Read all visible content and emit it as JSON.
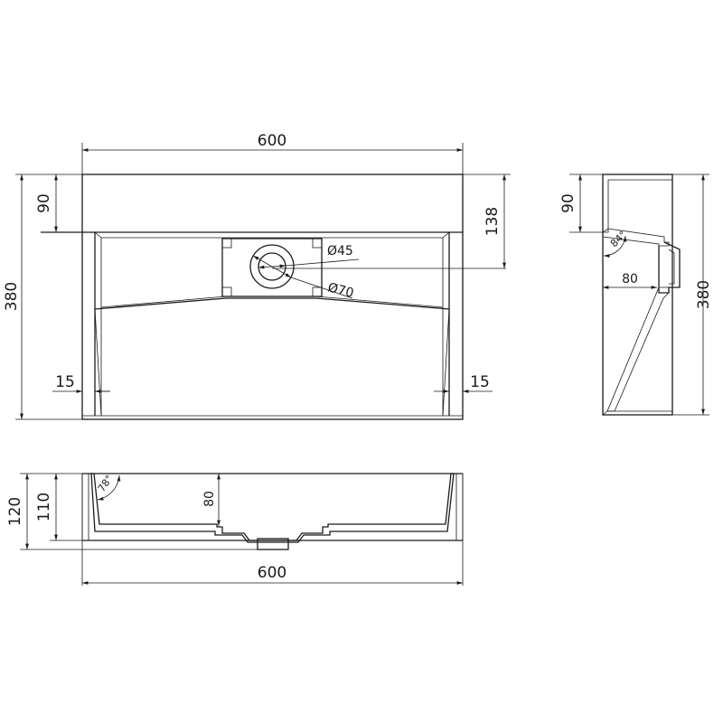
{
  "top_view": {
    "width_label": "600",
    "depth_label": "380",
    "rim_label": "90",
    "drain_offset_label": "138",
    "side_left_label": "15",
    "side_right_label": "15",
    "drain_inner_label": "Ø45",
    "drain_outer_label": "Ø70"
  },
  "side_view": {
    "rim_label": "90",
    "depth_label": "380",
    "overflow_label": "80",
    "angle_label": "84°"
  },
  "front_view": {
    "total_height_label": "120",
    "body_height_label": "110",
    "basin_depth_label": "80",
    "width_label": "600",
    "angle_label": "78°"
  },
  "colors": {
    "line": "#1a1a1a",
    "background": "#ffffff"
  }
}
